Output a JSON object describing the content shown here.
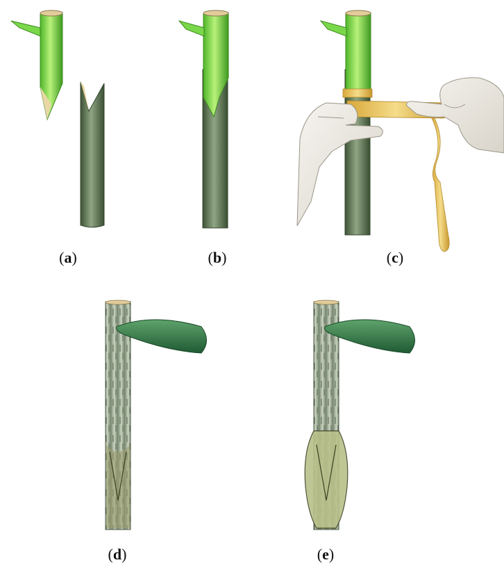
{
  "panels": [
    {
      "id": "a",
      "open": "(",
      "letter": "a",
      "close": ")"
    },
    {
      "id": "b",
      "open": "(",
      "letter": "b",
      "close": ")"
    },
    {
      "id": "c",
      "open": "(",
      "letter": "c",
      "close": ")"
    },
    {
      "id": "d",
      "open": "(",
      "letter": "d",
      "close": ")"
    },
    {
      "id": "e",
      "open": "(",
      "letter": "e",
      "close": ")"
    }
  ],
  "colors": {
    "scion_green": "#6ad43a",
    "scion_green_light": "#b8f27a",
    "rootstock_green": "#5f7a55",
    "rootstock_dark": "#3f5437",
    "tape_yellow": "#e8c25a",
    "glove": "#ece9e2",
    "bark": "#a8b5a0",
    "leaf": "#2e7a45",
    "pith": "#e2cc9a"
  }
}
